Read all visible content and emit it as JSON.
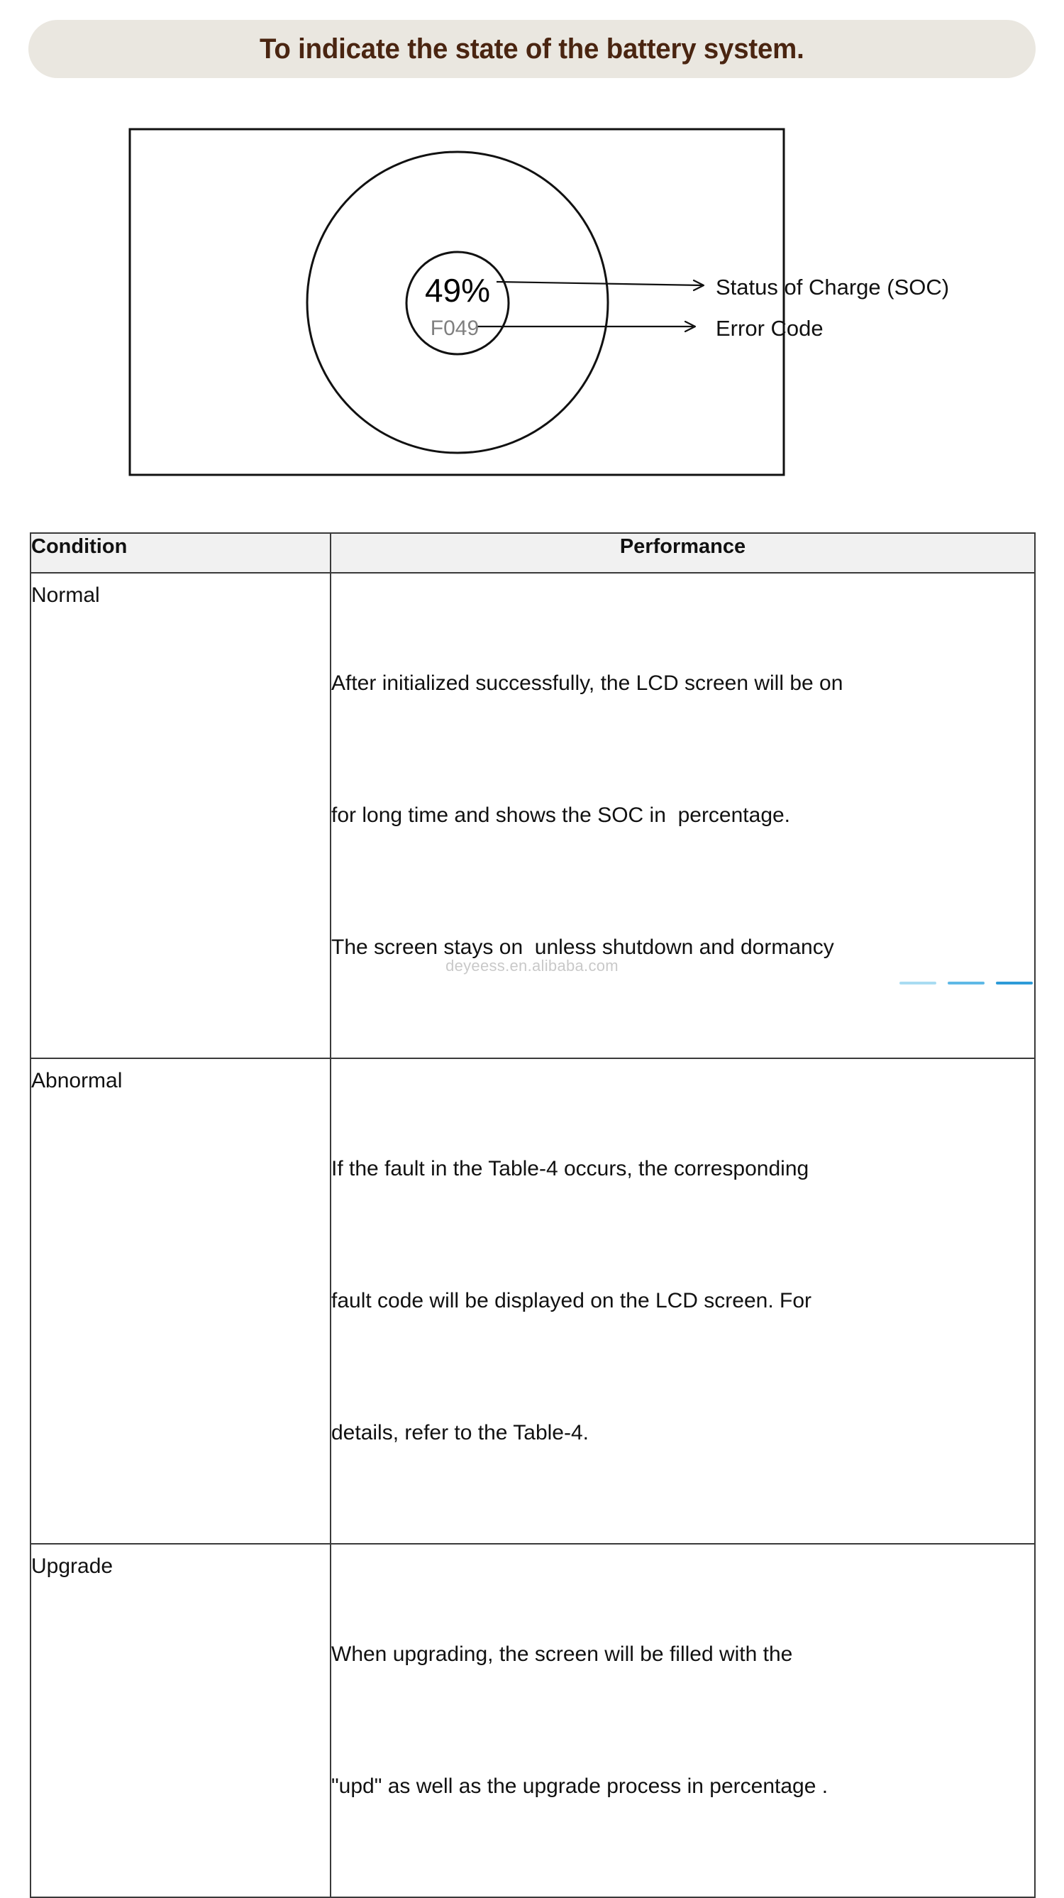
{
  "title": {
    "text": "To indicate the state of the battery system.",
    "banner_color": "#EAE7E0",
    "text_color": "#4A2511"
  },
  "diagram": {
    "name": "lcd-screen-illustration",
    "screen_box": {
      "label": "lcd-screen-outline"
    },
    "outer_ring_label": "outer-circle",
    "inner_ring_label": "inner-circle",
    "soc_value": "49%",
    "error_code": "F049",
    "soc_color": "#000000",
    "error_code_color": "#808080",
    "callouts": [
      {
        "label": "Status of Charge (SOC)",
        "target": "soc_value"
      },
      {
        "label": "Error Code",
        "target": "error_code"
      }
    ]
  },
  "table": {
    "name": "condition-performance-table",
    "headers": [
      "Condition",
      "Performance"
    ],
    "header_bg": "#F1F1F1",
    "border_color": "#3a3a3a",
    "rows": [
      {
        "condition": "Normal",
        "performance_lines": [
          "After initialized successfully, the LCD screen will be on",
          "for long time and shows the SOC in  percentage.",
          "The screen stays on  unless shutdown and dormancy"
        ]
      },
      {
        "condition": "Abnormal",
        "performance_lines": [
          "If the fault in the Table-4 occurs, the corresponding",
          "fault code will be displayed on the LCD screen. For",
          "details, refer to the Table-4."
        ]
      },
      {
        "condition": "Upgrade",
        "performance_lines": [
          "When upgrading, the screen will be filled with the",
          "\"upd\" as well as the upgrade process in percentage ."
        ]
      }
    ]
  },
  "footer": {
    "watermark": "deyeess.en.alibaba.com",
    "watermark_color": "#C9C9C9",
    "bars": [
      {
        "color": "#A9DCF2"
      },
      {
        "color": "#5FB9E6"
      },
      {
        "color": "#2D9BD8"
      }
    ]
  }
}
